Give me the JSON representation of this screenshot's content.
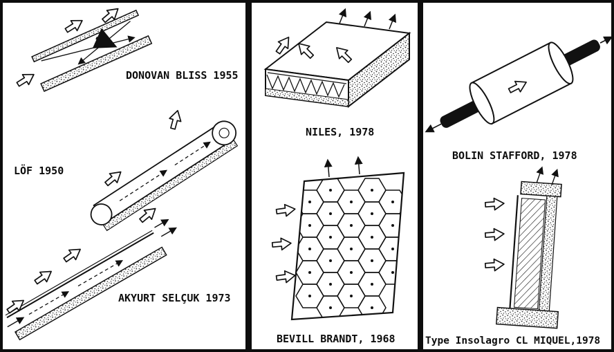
{
  "colors": {
    "ink": "#111111",
    "paper": "#ffffff"
  },
  "panels": {
    "left": {
      "donovan_label": "DONOVAN BLISS 1955",
      "lof_label": "LÖF 1950",
      "akyurt_label": "AKYURT SELÇUK 1973"
    },
    "middle": {
      "niles_label": "NILES, 1978",
      "bevill_label": "BEVILL BRANDT, 1968"
    },
    "right": {
      "bolin_label": "BOLIN STAFFORD, 1978",
      "insolagro_label": "Type Insolagro CL MIQUEL,1978"
    }
  }
}
